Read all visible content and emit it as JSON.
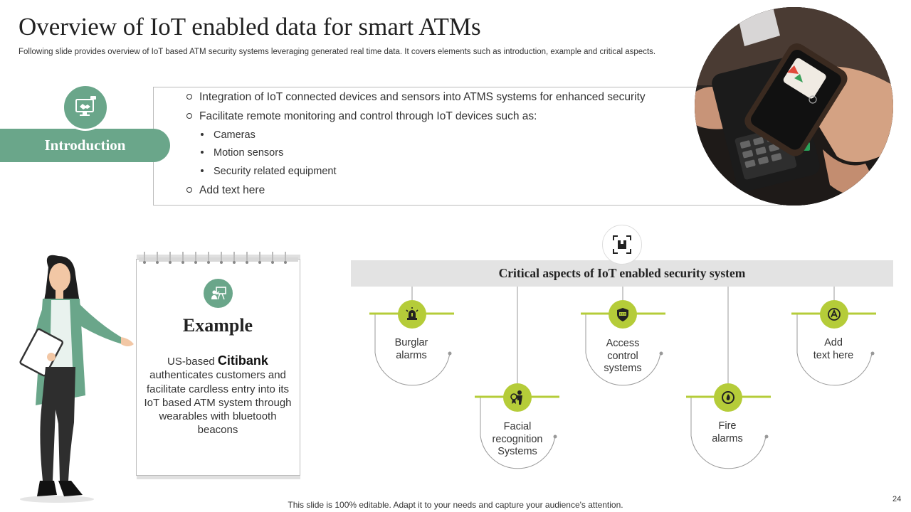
{
  "header": {
    "title": "Overview of IoT enabled data for smart ATMs",
    "subtitle": "Following slide provides overview of IoT based ATM  security systems leveraging generated real time data. It covers elements such as introduction, example and critical aspects."
  },
  "introduction": {
    "label": "Introduction",
    "icon": "handshake-monitor-icon",
    "points": [
      "Integration  of IoT connected devices and sensors into ATMS systems for enhanced security",
      "Facilitate remote monitoring and control through IoT devices such as:"
    ],
    "sub_points": [
      "Cameras",
      "Motion sensors",
      "Security related equipment"
    ],
    "last_point": "Add text here"
  },
  "example": {
    "title": "Example",
    "icon": "presentation-icon",
    "lead": "US-based",
    "company": "Citibank",
    "body": "authenticates customers and facilitate cardless entry into its IoT based ATM system through wearables with bluetooth beacons"
  },
  "critical": {
    "header": "Critical aspects of IoT enabled security system",
    "header_icon": "scan-box-icon",
    "aspects": [
      {
        "label_line1": "Burglar",
        "label_line2": "alarms",
        "icon": "alarm-siren-icon"
      },
      {
        "label_line1": "Facial",
        "label_line2": "recognition",
        "label_line3": "Systems",
        "icon": "person-badge-icon"
      },
      {
        "label_line1": "Access",
        "label_line2": "control",
        "label_line3": "systems",
        "icon": "shield-password-icon"
      },
      {
        "label_line1": "Fire",
        "label_line2": "alarms",
        "icon": "fire-alarm-icon"
      },
      {
        "label_line1": "Add",
        "label_line2": "text here",
        "icon": "text-circle-icon"
      }
    ]
  },
  "footer": {
    "note": "This slide is 100% editable. Adapt it to your needs and capture your audience's attention.",
    "page_number": "24"
  },
  "colors": {
    "accent_green": "#6aa68a",
    "lime": "#b5cc39",
    "header_grey": "#e3e3e3"
  }
}
